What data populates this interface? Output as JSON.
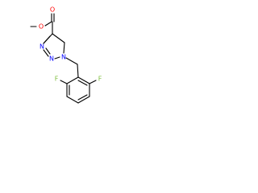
{
  "molecule": {
    "colors": {
      "bond": "#000000",
      "oxygen": "#ff0000",
      "nitrogen": "#0000ff",
      "fluorine": "#7fbf3f"
    },
    "labels": {
      "o_carbonyl": "O",
      "o_ester": "O",
      "n1": "N",
      "n2": "N",
      "n3": "N",
      "f_left": "F",
      "f_right": "F"
    }
  }
}
